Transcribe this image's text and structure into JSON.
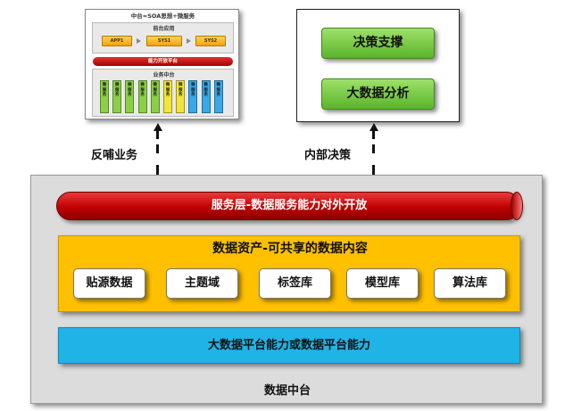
{
  "top_left": {
    "title": "中台=SOA思想+微服务",
    "front_title": "前台应用",
    "front_apps": [
      "APP1",
      "SYS1",
      "SYS2"
    ],
    "capability_platform": "能力开放平台",
    "business_title": "业务中台",
    "microservice_label": "微服务",
    "microservice_colors": [
      "#8bcf45",
      "#8bcf45",
      "#8bcf45",
      "#8bcf45",
      "#8bcf45",
      "#f2e53a",
      "#f2e53a",
      "#3aa8e6",
      "#3aa8e6",
      "#3aa8e6"
    ]
  },
  "top_right": {
    "items": [
      "决策支撑",
      "大数据分析"
    ]
  },
  "connectors": {
    "left": "反哺业务",
    "right": "内部决策"
  },
  "platform": {
    "service_layer": "服务层-数据服务能力对外开放",
    "assets_title": "数据资产-可共享的数据内容",
    "assets": [
      "贴源数据",
      "主题域",
      "标签库",
      "模型库",
      "算法库"
    ],
    "bigdata": "大数据平台能力或数据平台能力",
    "label": "数据中台"
  },
  "colors": {
    "service_red": "#c00000",
    "assets_yellow": "#ffc000",
    "bigdata_blue": "#1fb3e6",
    "decision_green": "#6cc03a",
    "platform_gray": "#dcdcdc"
  }
}
